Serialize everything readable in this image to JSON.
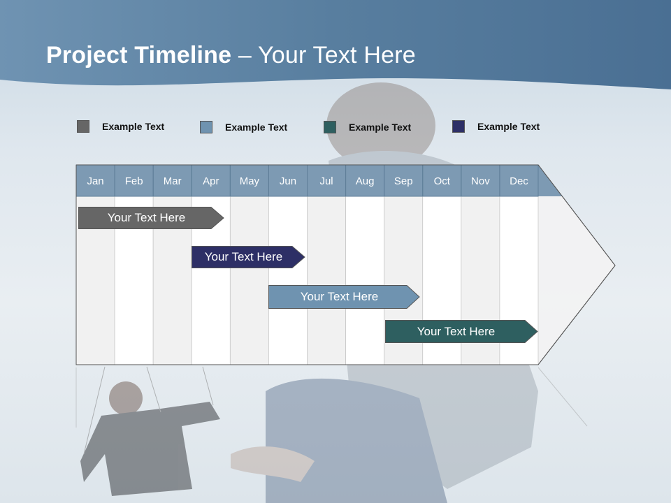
{
  "slide": {
    "title_bold": "Project Timeline",
    "title_rest": " – Your Text Here"
  },
  "legend": [
    {
      "label": "Example Text",
      "color": "#666666"
    },
    {
      "label": "Example Text",
      "color": "#6f93b0"
    },
    {
      "label": "Example Text",
      "color": "#2e5f60"
    },
    {
      "label": "Example Text",
      "color": "#2d2f66"
    }
  ],
  "timeline": {
    "months": [
      "Jan",
      "Feb",
      "Mar",
      "Apr",
      "May",
      "Jun",
      "Jul",
      "Aug",
      "Sep",
      "Oct",
      "Nov",
      "Dec"
    ],
    "header_color": "#7d9ab3",
    "bars": [
      {
        "label": "Your  Text Here",
        "color": "#666666"
      },
      {
        "label": "Your  Text Here",
        "color": "#2d2f66"
      },
      {
        "label": "Your  Text Here",
        "color": "#6f93b0"
      },
      {
        "label": "Your  Text Here",
        "color": "#2e5f60"
      }
    ]
  }
}
